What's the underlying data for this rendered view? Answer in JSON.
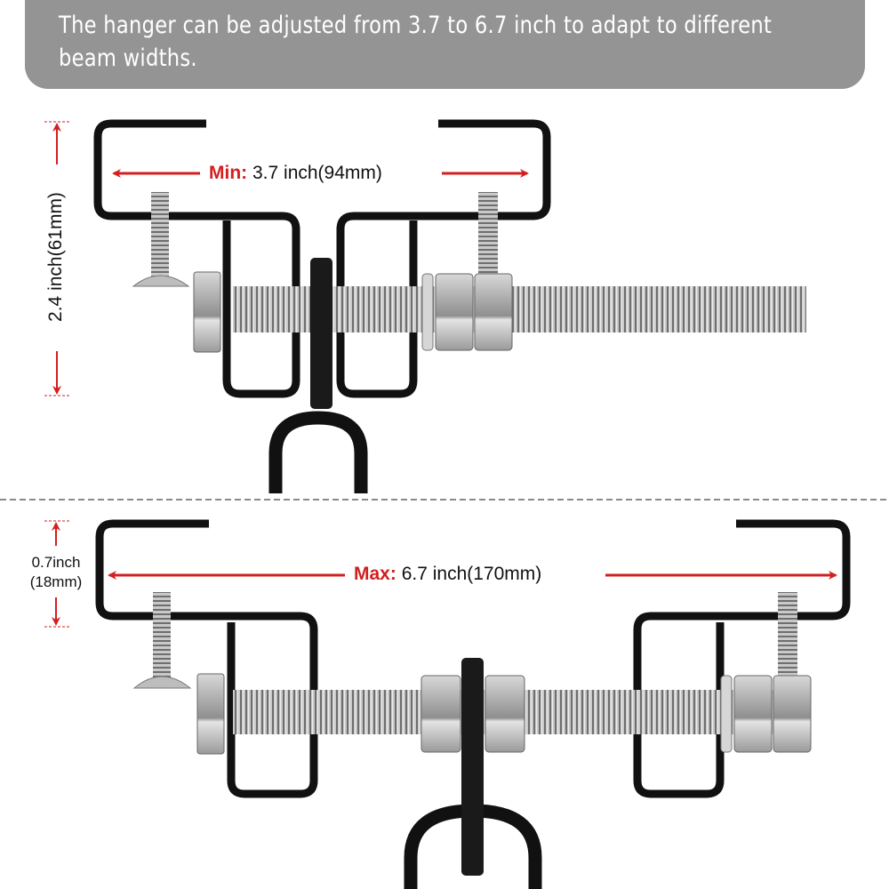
{
  "banner": {
    "text": "The hanger can be adjusted from 3.7 to 6.7 inch to adapt to different beam widths."
  },
  "top_diagram": {
    "state": "min",
    "width_label_key": "Min:",
    "width_label_value": "3.7 inch(94mm)",
    "height_label": "2.4 inch(61mm)"
  },
  "bottom_diagram": {
    "state": "max",
    "width_label_key": "Max:",
    "width_label_value": "6.7 inch(170mm)",
    "lip_label_line1": "0.7inch",
    "lip_label_line2": "(18mm)"
  },
  "colors": {
    "banner": "#949494",
    "arrow": "#d21f1f",
    "metal_frame": "#111111",
    "steel": "#b9b9b9",
    "divider": "#8a8a8a"
  },
  "icons": [
    "arrow-left-icon",
    "arrow-right-icon",
    "arrow-up-icon",
    "arrow-down-icon"
  ]
}
